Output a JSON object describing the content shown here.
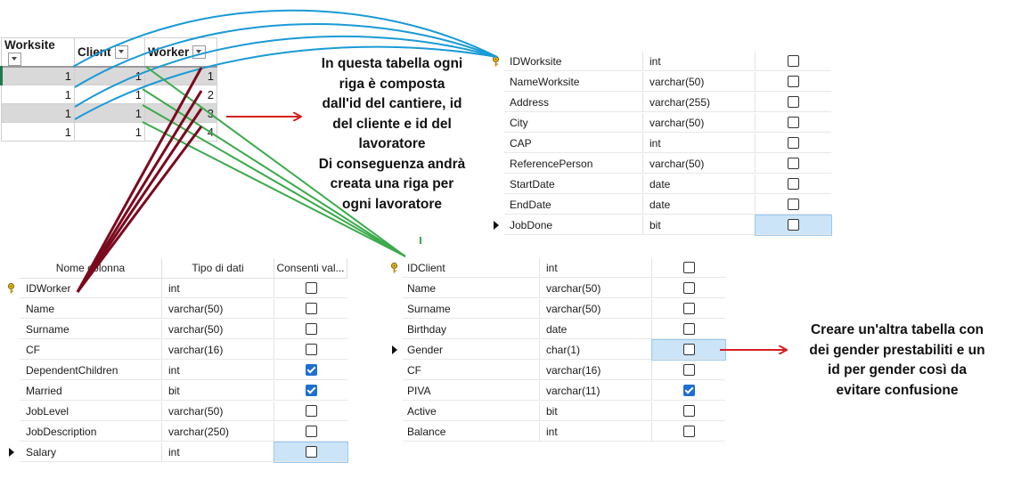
{
  "result_grid": {
    "headers": [
      "Worksite",
      "Client",
      "Worker"
    ],
    "rows": [
      [
        "1",
        "1",
        "1"
      ],
      [
        "1",
        "1",
        "2"
      ],
      [
        "1",
        "1",
        "3"
      ],
      [
        "1",
        "1",
        "4"
      ]
    ]
  },
  "worksite_table": {
    "rows": [
      {
        "name": "IDWorksite",
        "type": "int",
        "nullable": false,
        "key": true
      },
      {
        "name": "NameWorksite",
        "type": "varchar(50)",
        "nullable": false
      },
      {
        "name": "Address",
        "type": "varchar(255)",
        "nullable": false
      },
      {
        "name": "City",
        "type": "varchar(50)",
        "nullable": false
      },
      {
        "name": "CAP",
        "type": "int",
        "nullable": false
      },
      {
        "name": "ReferencePerson",
        "type": "varchar(50)",
        "nullable": false
      },
      {
        "name": "StartDate",
        "type": "date",
        "nullable": false
      },
      {
        "name": "EndDate",
        "type": "date",
        "nullable": false
      },
      {
        "name": "JobDone",
        "type": "bit",
        "nullable": false,
        "current": true
      }
    ]
  },
  "worker_table": {
    "headers": [
      "Nome colonna",
      "Tipo di dati",
      "Consenti val..."
    ],
    "rows": [
      {
        "name": "IDWorker",
        "type": "int",
        "nullable": false,
        "key": true
      },
      {
        "name": "Name",
        "type": "varchar(50)",
        "nullable": false
      },
      {
        "name": "Surname",
        "type": "varchar(50)",
        "nullable": false
      },
      {
        "name": "CF",
        "type": "varchar(16)",
        "nullable": false
      },
      {
        "name": "DependentChildren",
        "type": "int",
        "nullable": true
      },
      {
        "name": "Married",
        "type": "bit",
        "nullable": true
      },
      {
        "name": "JobLevel",
        "type": "varchar(50)",
        "nullable": false
      },
      {
        "name": "JobDescription",
        "type": "varchar(250)",
        "nullable": false
      },
      {
        "name": "Salary",
        "type": "int",
        "nullable": false,
        "current": true
      }
    ]
  },
  "client_table": {
    "rows": [
      {
        "name": "IDClient",
        "type": "int",
        "nullable": false,
        "key": true
      },
      {
        "name": "Name",
        "type": "varchar(50)",
        "nullable": false
      },
      {
        "name": "Surname",
        "type": "varchar(50)",
        "nullable": false
      },
      {
        "name": "Birthday",
        "type": "date",
        "nullable": false
      },
      {
        "name": "Gender",
        "type": "char(1)",
        "nullable": false,
        "current": true
      },
      {
        "name": "CF",
        "type": "varchar(16)",
        "nullable": false
      },
      {
        "name": "PIVA",
        "type": "varchar(11)",
        "nullable": true
      },
      {
        "name": "Active",
        "type": "bit",
        "nullable": false
      },
      {
        "name": "Balance",
        "type": "int",
        "nullable": false
      }
    ]
  },
  "annotations": {
    "center_lines": [
      "In questa tabella ogni",
      "riga è composta",
      "dall'id del cantiere, id",
      "del cliente e id del",
      "lavoratore",
      "Di conseguenza andrà",
      "creata una riga per",
      "ogni lavoratore"
    ],
    "right_lines": [
      "Creare un'altra tabella con",
      "dei gender prestabiliti e un",
      "id per gender così da",
      "evitare confusione"
    ]
  },
  "colors": {
    "blue_lines": "#1a9ad6",
    "green_lines": "#3aaa4a",
    "dark_red_lines": "#7a0a1e",
    "red_arrows": "#d62020"
  }
}
